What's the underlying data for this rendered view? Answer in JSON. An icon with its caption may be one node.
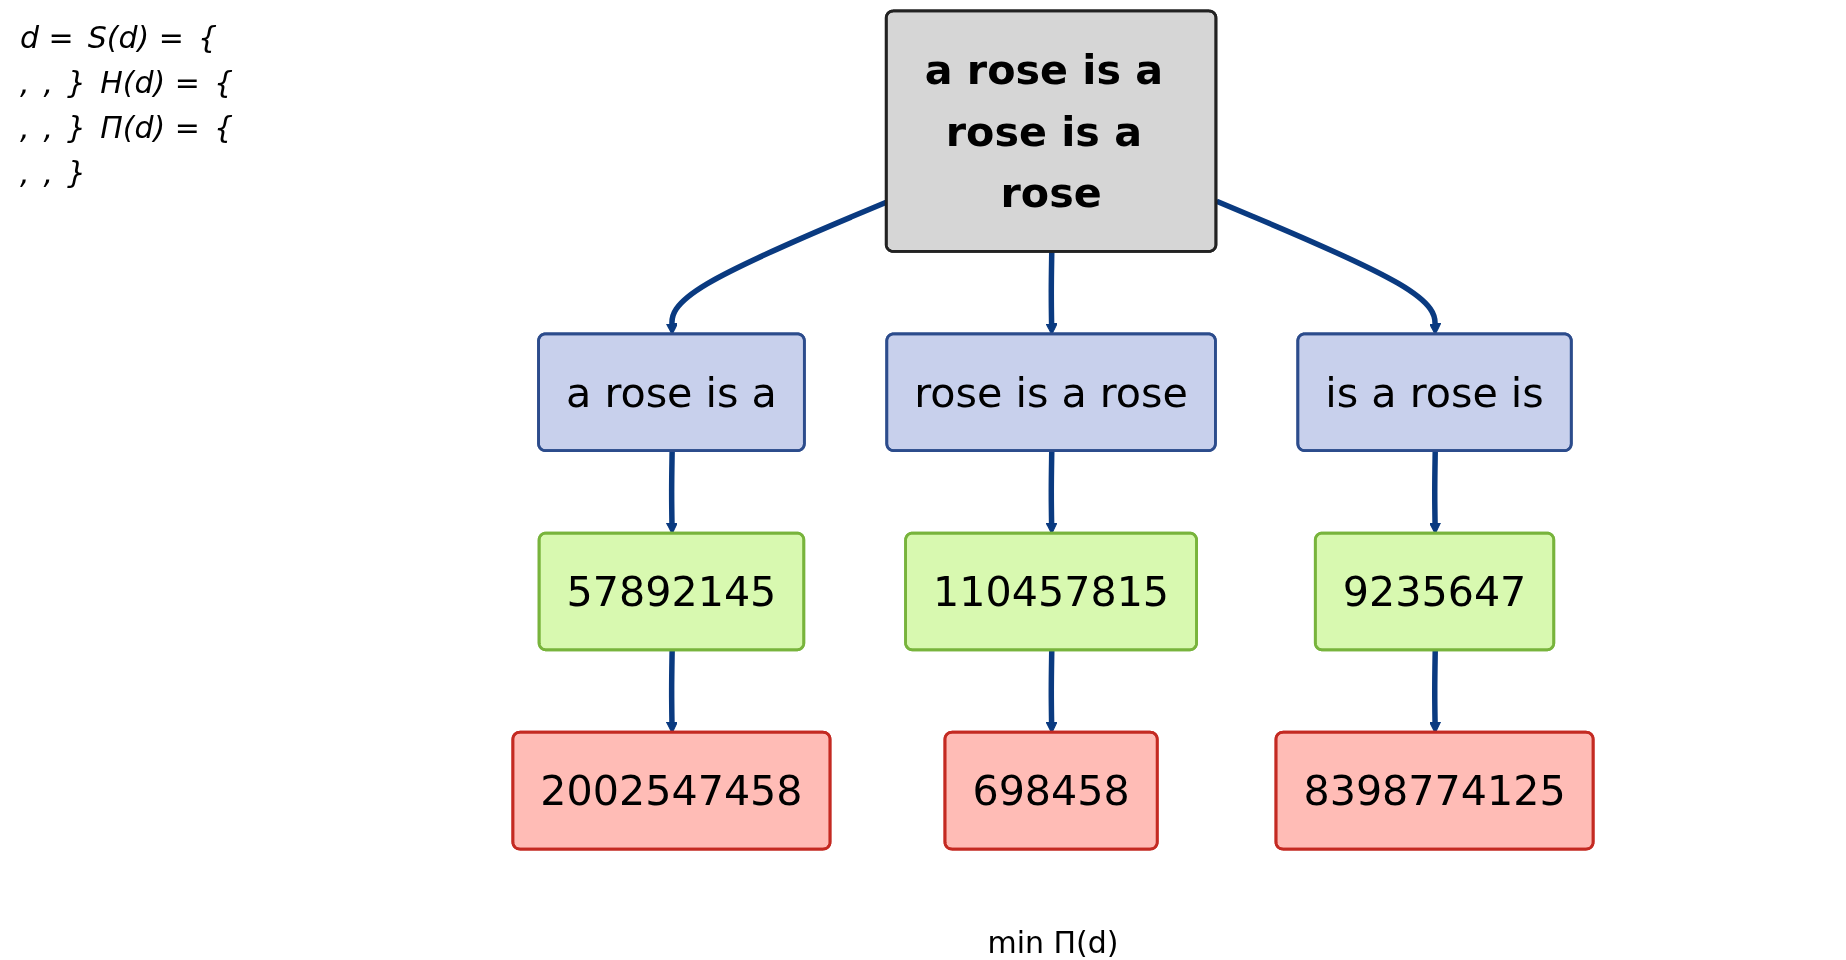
{
  "diagram": {
    "nodes": [
      {
        "text": [
          "a rose is a rose is a rose"
        ]
      },
      {
        "text": [
          "a rose is a"
        ]
      },
      {
        "text": [
          "rose is a rose"
        ]
      },
      {
        "text": [
          "is a rose is"
        ]
      },
      {
        "text": [
          "57892145"
        ]
      },
      {
        "text": [
          "110457815"
        ]
      },
      {
        "text": [
          "9235647"
        ]
      },
      {
        "text": [
          "2002547458"
        ]
      },
      {
        "text": [
          "698458"
        ],
        "beside": [
          "min Π(d)"
        ]
      },
      {
        "text": [
          "8398774125"
        ]
      }
    ],
    "edges": [
      {
        "from": 0,
        "to": 1,
        "arrow": "to"
      },
      {
        "from": 0,
        "to": 2,
        "arrow": "to"
      },
      {
        "from": 0,
        "to": 3,
        "arrow": "to"
      },
      {
        "from": 1,
        "to": 4,
        "arrow": "to"
      },
      {
        "from": 2,
        "to": 5,
        "arrow": "to"
      },
      {
        "from": 3,
        "to": 6,
        "arrow": "to"
      },
      {
        "from": 4,
        "to": 7,
        "arrow": "to"
      },
      {
        "from": 5,
        "to": 8,
        "arrow": "to"
      },
      {
        "from": 6,
        "to": 9,
        "arrow": "to"
      }
    ],
    "labels": [
      "d =",
      "S(d) =",
      "{",
      ",",
      ",",
      "}",
      "H(d) =",
      "{",
      ",",
      ",",
      "}",
      "Π(d) =",
      "{",
      ",",
      ",",
      "}"
    ]
  }
}
